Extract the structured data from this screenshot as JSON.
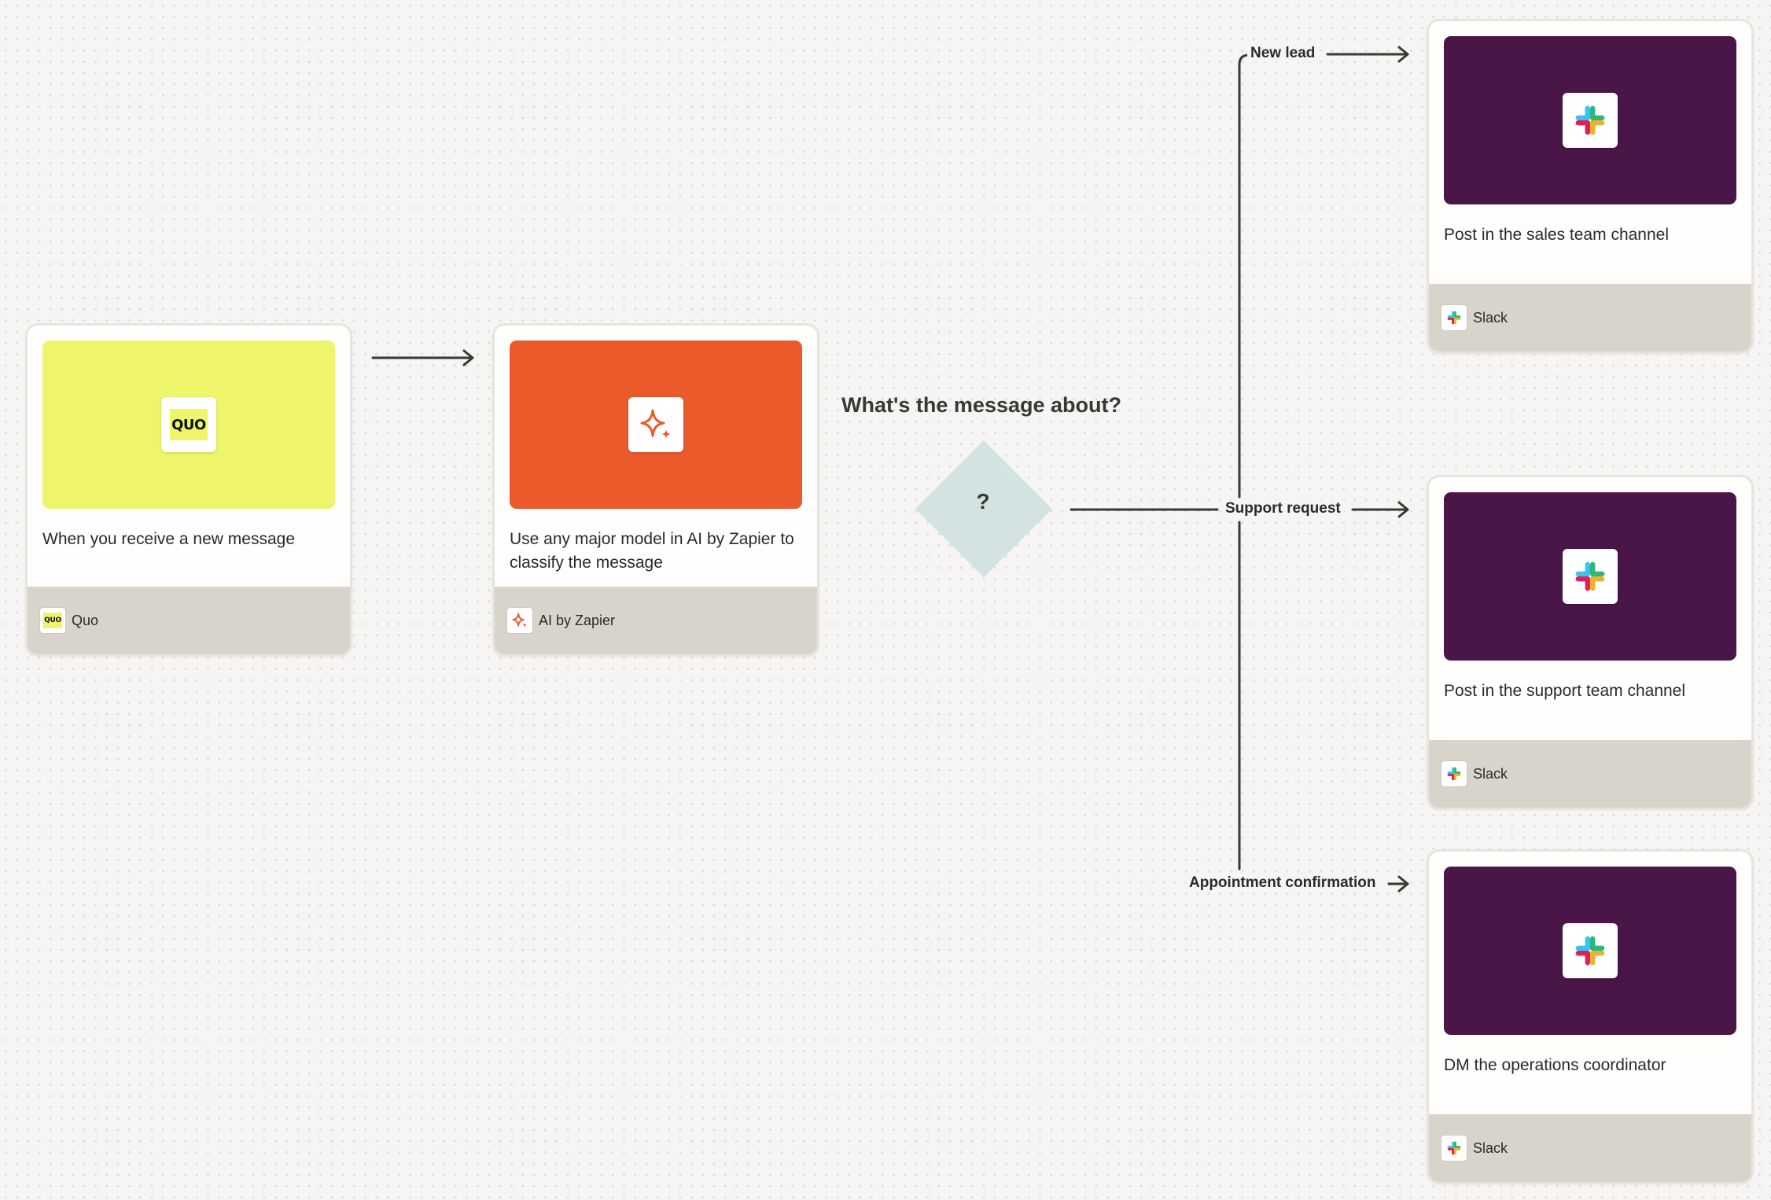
{
  "colors": {
    "canvas_bg": "#f6f5f3",
    "quo_yellow": "#eef56a",
    "zapier_orange": "#ea5a2a",
    "slack_purple": "#4a1547",
    "decision_fill": "#d3e3e2",
    "footer_bg": "#d8d4cb",
    "connector": "#3a3835"
  },
  "trigger": {
    "title": "When you receive a new message",
    "app_name": "Quo",
    "icon": "quo-logo-icon",
    "logo_text": "QUO"
  },
  "classify_step": {
    "title": "Use any major model in AI by Zapier to classify the message",
    "app_name": "AI by Zapier",
    "icon": "ai-sparkle-icon"
  },
  "decision": {
    "question": "What's the message about?",
    "mark": "?"
  },
  "branches": [
    {
      "label": "New lead",
      "action": "Post in the sales team channel",
      "app_name": "Slack",
      "icon": "slack-icon"
    },
    {
      "label": "Support request",
      "action": "Post in the support team channel",
      "app_name": "Slack",
      "icon": "slack-icon"
    },
    {
      "label": "Appointment confirmation",
      "action": "DM the operations coordinator",
      "app_name": "Slack",
      "icon": "slack-icon"
    }
  ]
}
